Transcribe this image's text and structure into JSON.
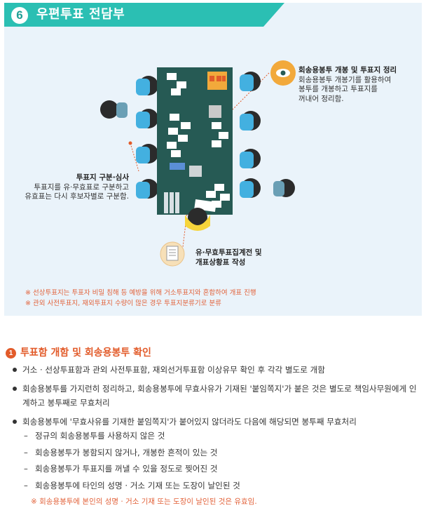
{
  "header": {
    "number": "6",
    "title": "우편투표 전담부"
  },
  "colors": {
    "header_bg": "#2bbfb3",
    "panel_bg": "#eaf3fa",
    "table": "#265a54",
    "accent": "#e25b2a",
    "note": "#e2623a"
  },
  "icons": {
    "eye": "eye-icon",
    "document": "document-icon"
  },
  "annotations": {
    "opening": {
      "title": "회송용봉투 개봉 및 투표지 정리",
      "lines": [
        "회송용봉투 개봉기를 활용하여",
        "봉투를 개봉하고 투표지를",
        "꺼내어 정리함."
      ]
    },
    "sorting": {
      "title": "투표지 구분·심사",
      "lines": [
        "투표지를 유·무효표로 구분하고",
        "유효표는 다시 후보자별로 구분함."
      ]
    },
    "tally": {
      "lines": [
        "유·무효투표집계전 및",
        "개표상황표 작성"
      ]
    }
  },
  "notes": [
    "※ 선상투표지는 투표자 비밀 침해 등 예방을 위해 거소투표지와 혼합하여 개표 진행",
    "※ 관외 사전투표지, 재외투표지 수량이 많은 경우 투표지분류기로 분류"
  ],
  "section": {
    "number": "1",
    "title": "투표함 개함 및 회송용봉투 확인",
    "bullets": [
      "거소 · 선상투표함과 관외 사전투표함, 재외선거투표함 이상유무 확인 후 각각 별도로 개함",
      "회송용봉투를 가지런히 정리하고, 회송용봉투에 무효사유가 기재된 '붙임쪽지'가 붙은 것은 별도로 책임사무원에게 인계하고 봉투째로 무효처리",
      "회송용봉투에 '무효사유를 기재한 붙임쪽지'가 붙어있지 않더라도 다음에 해당되면 봉투째 무효처리"
    ],
    "dashes": [
      "정규의 회송용봉투를 사용하지 않은 것",
      "회송용봉투가 봉함되지 않거나, 개봉한 흔적이 있는 것",
      "회송용봉투가 투표지를 꺼낼 수 있을 정도로 찢어진 것",
      "회송용봉투에 타인의 성명 · 거소 기재 또는 도장이 날인된 것"
    ],
    "foot_note": "※ 회송용봉투에 본인의 성명 · 거소 기재 또는 도장이 날인된 것은 유효임."
  }
}
